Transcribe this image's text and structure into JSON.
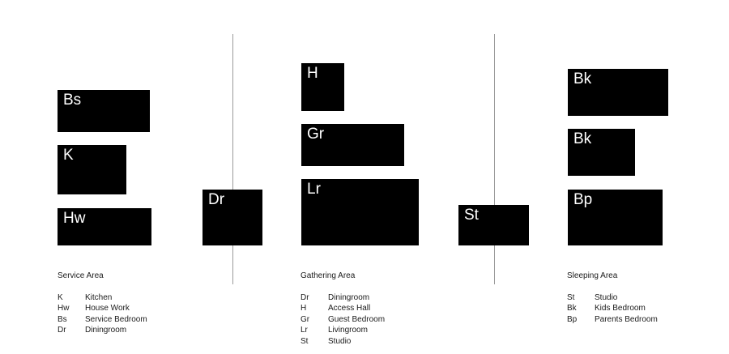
{
  "blocks": {
    "bs": "Bs",
    "k": "K",
    "hw": "Hw",
    "dr": "Dr",
    "h": "H",
    "gr": "Gr",
    "lr": "Lr",
    "st": "St",
    "bk1": "Bk",
    "bk2": "Bk",
    "bp": "Bp"
  },
  "service": {
    "title": "Service Area",
    "items": [
      {
        "code": "K",
        "label": "Kitchen"
      },
      {
        "code": "Hw",
        "label": "House Work"
      },
      {
        "code": "Bs",
        "label": "Service Bedroom"
      },
      {
        "code": "Dr",
        "label": "Diningroom"
      }
    ]
  },
  "gathering": {
    "title": "Gathering Area",
    "items": [
      {
        "code": "Dr",
        "label": "Diningroom"
      },
      {
        "code": "H",
        "label": "Access Hall"
      },
      {
        "code": "Gr",
        "label": "Guest Bedroom"
      },
      {
        "code": "Lr",
        "label": "Livingroom"
      },
      {
        "code": "St",
        "label": "Studio"
      }
    ]
  },
  "sleeping": {
    "title": "Sleeping Area",
    "items": [
      {
        "code": "St",
        "label": "Studio"
      },
      {
        "code": "Bk",
        "label": "Kids Bedroom"
      },
      {
        "code": "Bp",
        "label": "Parents Bedroom"
      }
    ]
  }
}
